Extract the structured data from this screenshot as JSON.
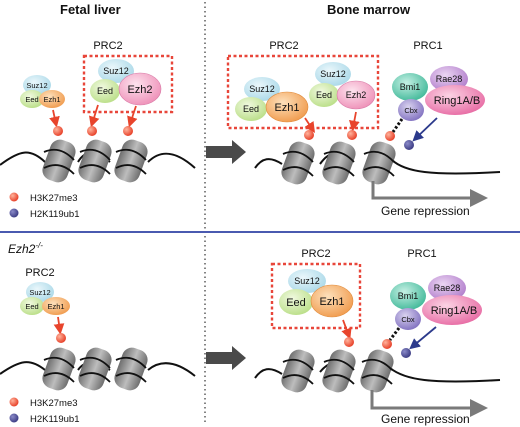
{
  "headers": {
    "left": "Fetal liver",
    "right": "Bone marrow"
  },
  "knockout_label": "Ezh2",
  "knockout_superscript": "-/-",
  "complexes": {
    "prc2": "PRC2",
    "prc1": "PRC1"
  },
  "proteins": {
    "suz12": "Suz12",
    "eed": "Eed",
    "ezh1": "Ezh1",
    "ezh2": "Ezh2",
    "bmi1": "Bmi1",
    "rae28": "Rae28",
    "cbx": "Cbx",
    "ring": "Ring1A/B"
  },
  "legend": {
    "h3k27me3": "H3K27me3",
    "h2k119ub1": "H2K119ub1"
  },
  "outcome": "Gene repression",
  "colors": {
    "suz12": "#bfe3ee",
    "eed": "#cfe9a8",
    "ezh1": "#f5b065",
    "ezh2": "#f2a3c3",
    "bmi1": "#6fcfb6",
    "rae28": "#c89ad8",
    "cbx": "#9b8ccc",
    "ring": "#ee85b3",
    "h3k27me3": "#e8442c",
    "h2k119ub1": "#3f3f86",
    "dashed_box": "#e8463a",
    "arrow_red": "#e8442c",
    "arrow_blue": "#2c3a8c",
    "divider": "#4a5ab0",
    "process_arrow": "#4a4a4a",
    "nucleosome": "#8a8a8a"
  }
}
